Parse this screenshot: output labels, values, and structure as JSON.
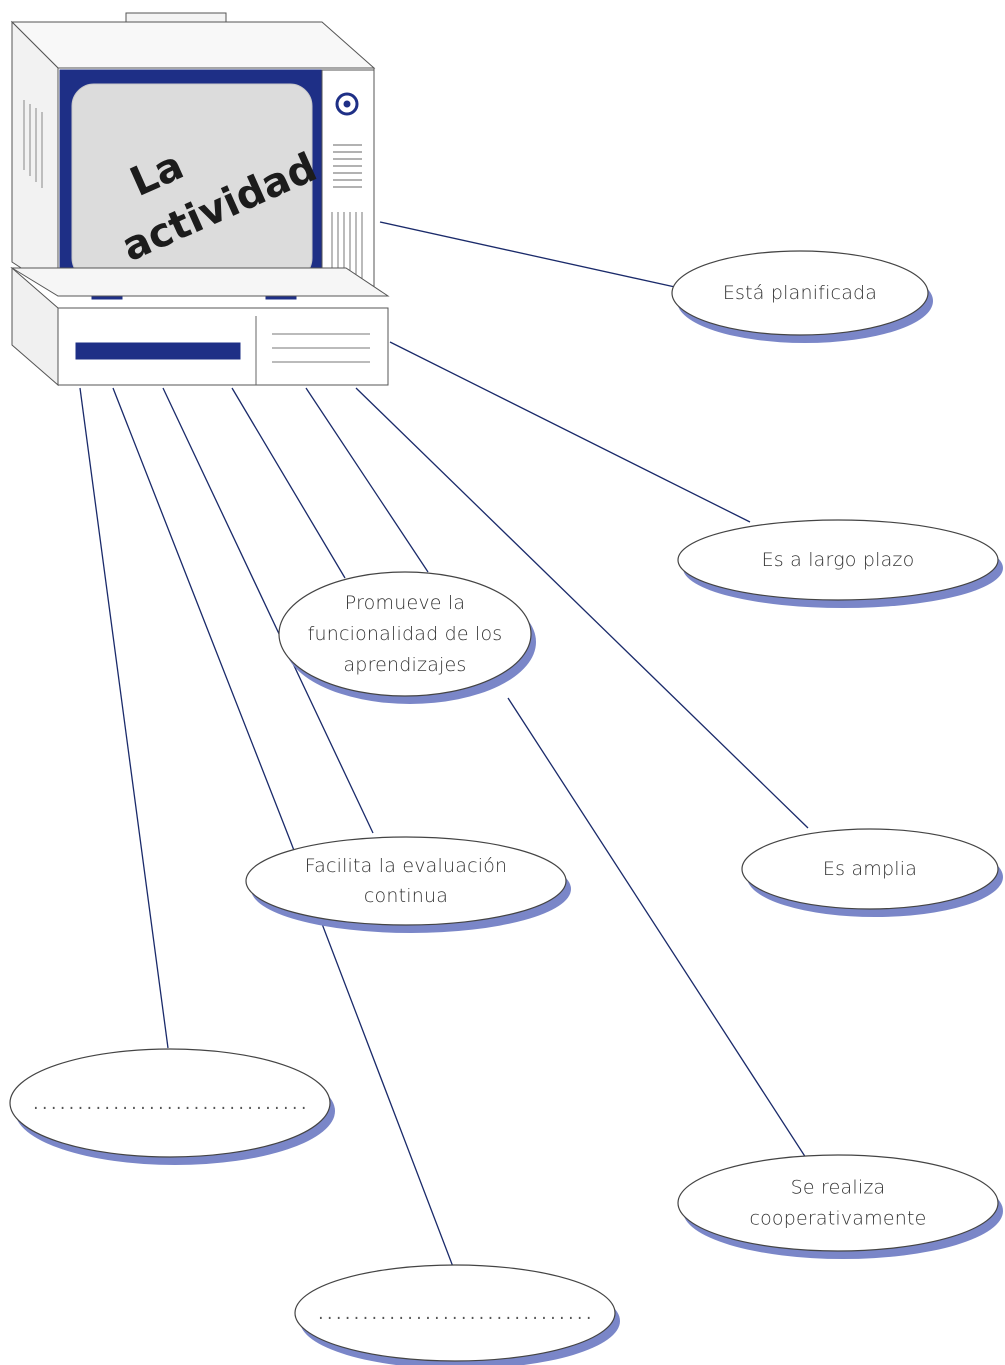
{
  "central_concept": {
    "line1": "La",
    "line2": "actividad"
  },
  "colors": {
    "screen_frame": "#1e2f86",
    "screen": "#dcdcdc",
    "bubble_shadow": "#7a86c8",
    "line": "#1a2a6a"
  },
  "icons": [
    "computer-monitor-icon",
    "power-button-icon",
    "disk-drive-icon"
  ],
  "characteristics": [
    {
      "id": "planificada",
      "lines": [
        "Está planificada"
      ]
    },
    {
      "id": "largo-plazo",
      "lines": [
        "Es a largo plazo"
      ]
    },
    {
      "id": "funcionalidad",
      "lines": [
        "Promueve la",
        "funcionalidad de los",
        "aprendizajes"
      ]
    },
    {
      "id": "amplia",
      "lines": [
        "Es amplia"
      ]
    },
    {
      "id": "evaluacion",
      "lines": [
        "Facilita la evaluación",
        "continua"
      ]
    },
    {
      "id": "blank-1",
      "lines": [
        "..............................."
      ]
    },
    {
      "id": "cooperativamente",
      "lines": [
        "Se realiza",
        "cooperativamente"
      ]
    },
    {
      "id": "blank-2",
      "lines": [
        "..............................."
      ]
    }
  ]
}
